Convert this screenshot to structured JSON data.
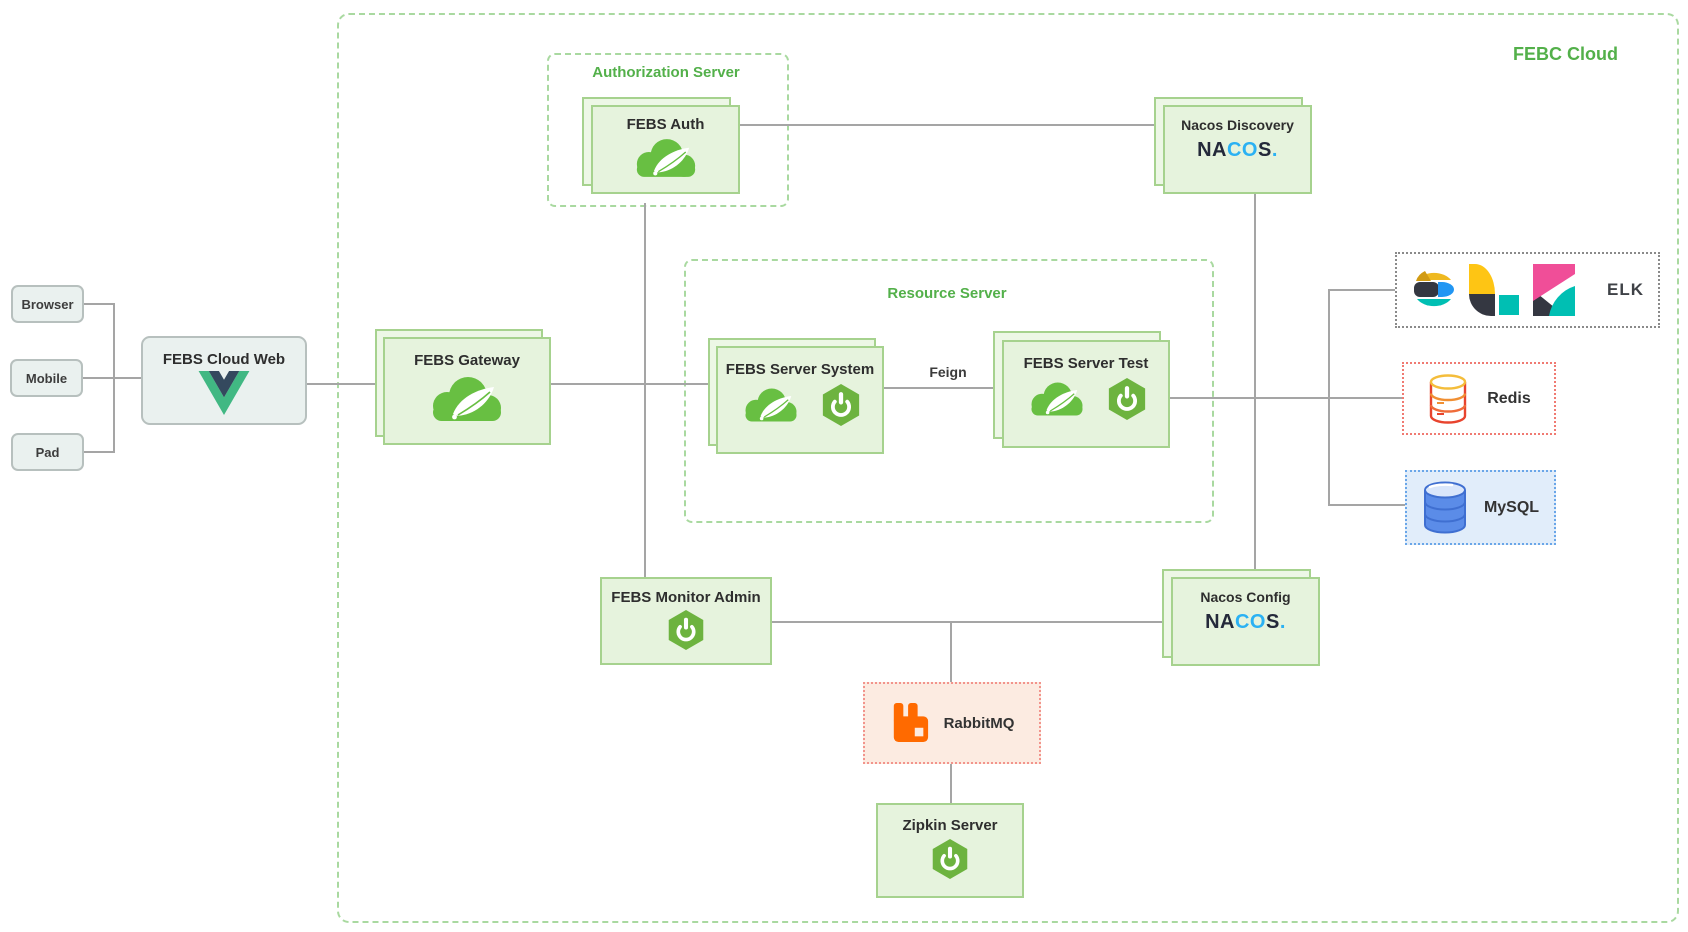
{
  "title": "FEBC Cloud",
  "groups": {
    "auth": "Authorization Server",
    "resource": "Resource Server"
  },
  "nodes": {
    "browser": "Browser",
    "mobile": "Mobile",
    "pad": "Pad",
    "web": "FEBS Cloud Web",
    "gateway": "FEBS Gateway",
    "auth": "FEBS Auth",
    "system": "FEBS Server System",
    "test": "FEBS Server Test",
    "discovery": "Nacos Discovery",
    "config": "Nacos Config",
    "monitor": "FEBS Monitor Admin",
    "rabbitmq": "RabbitMQ",
    "zipkin": "Zipkin Server",
    "elk": "ELK",
    "redis": "Redis",
    "mysql": "MySQL"
  },
  "edges": {
    "feign": "Feign"
  },
  "nacos_logo": {
    "p1": "NA",
    "p2": "CO",
    "p3": "S",
    "p4": "."
  },
  "colors": {
    "group_green": "#53b04a",
    "box_green_fill": "#e6f3dd",
    "box_green_border": "#a6d28e",
    "spring_green": "#6db33f",
    "nacos_blue": "#2bb1f3",
    "nacos_dark": "#24293a",
    "rabbit_orange": "#ff6a00",
    "elastic_yellow": "#fec514",
    "elastic_teal": "#00bfb3",
    "elastic_pink": "#f04e98",
    "elastic_dark": "#343741",
    "redis_gradient_top": "#f4bd3b",
    "redis_gradient_bottom": "#e8442e",
    "mysql_blue": "#5b8ce8",
    "vue_green": "#41b883",
    "vue_dark": "#34495e",
    "line_grey": "#a5a5a5"
  }
}
